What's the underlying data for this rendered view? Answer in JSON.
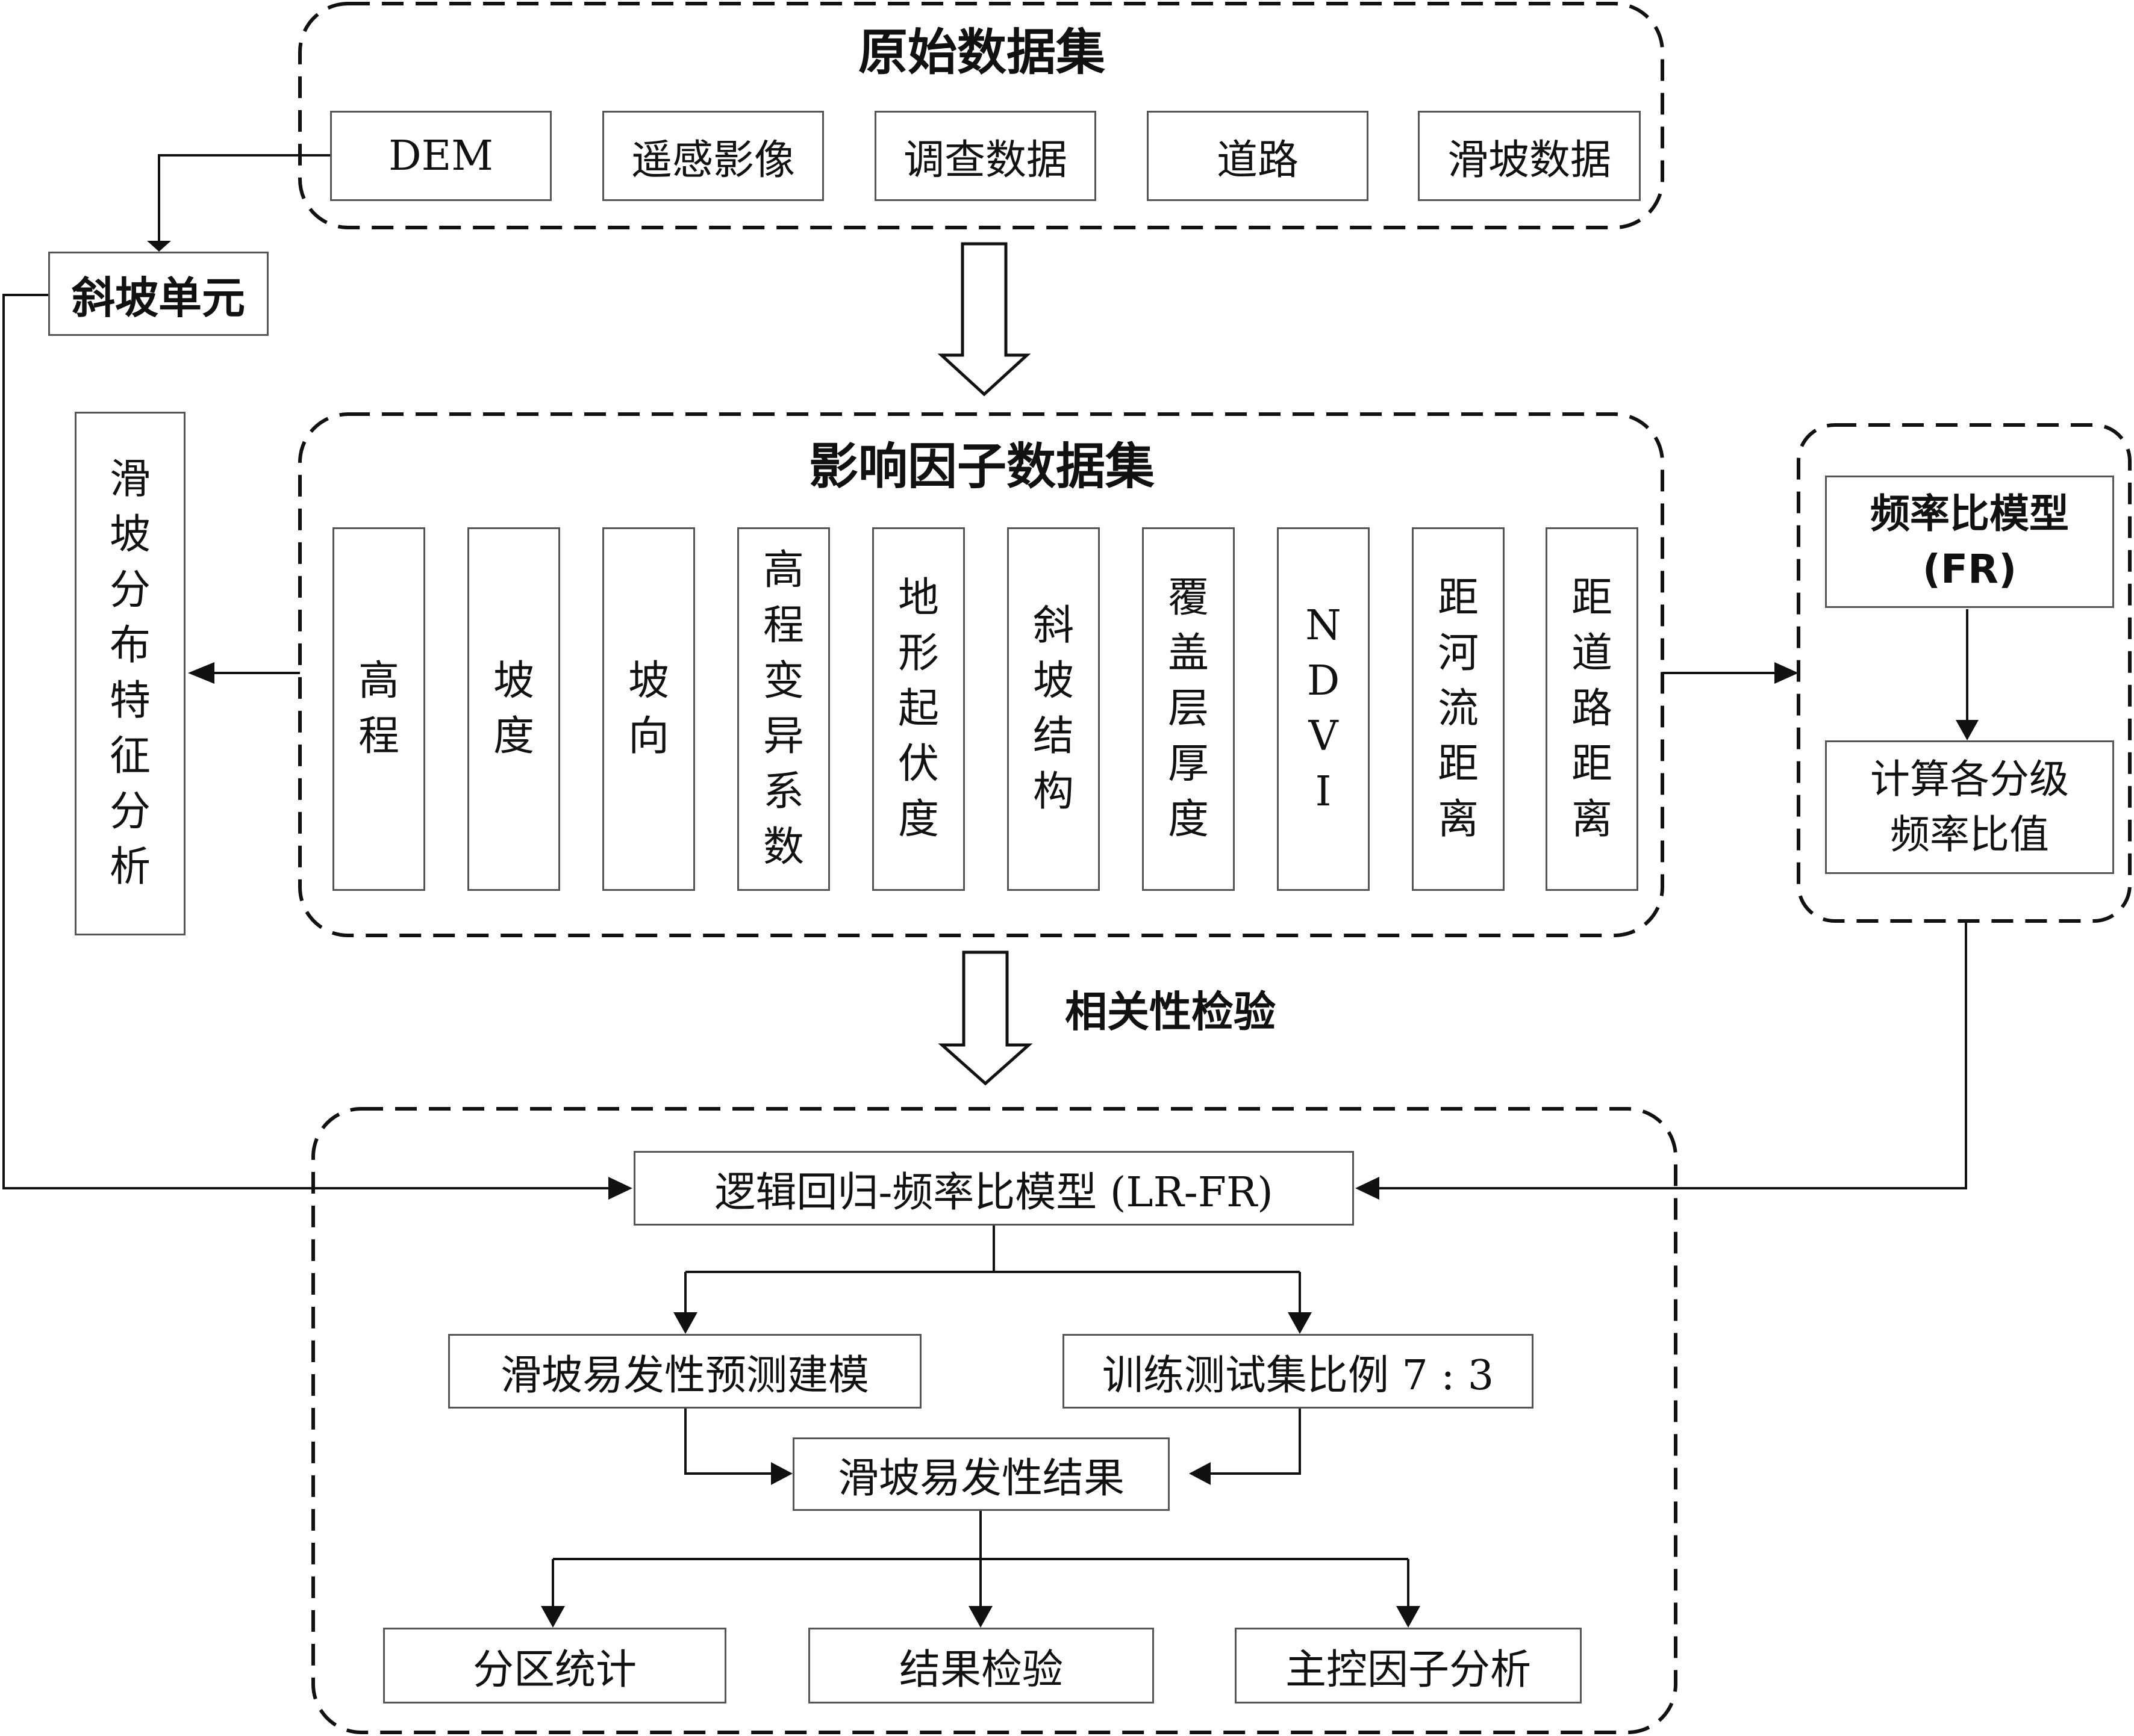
{
  "raw_dataset": {
    "title": "原始数据集",
    "items": [
      "DEM",
      "遥感影像",
      "调查数据",
      "道路",
      "滑坡数据"
    ]
  },
  "slope_unit": "斜坡单元",
  "distribution_analysis": "滑坡分布特征分析",
  "factor_dataset": {
    "title": "影响因子数据集",
    "factors": [
      "高程",
      "坡度",
      "坡向",
      "高程变异系数",
      "地形起伏度",
      "斜坡结构",
      "覆盖层厚度",
      "NDVI",
      "距河流距离",
      "距道路距离"
    ]
  },
  "fr_model": {
    "title_line1": "频率比模型",
    "title_line2": "(FR)",
    "calc_line1": "计算各分级",
    "calc_line2": "频率比值"
  },
  "correlation_test": "相关性检验",
  "lrfr_model": "逻辑回归-频率比模型 (LR-FR)",
  "prediction_model": "滑坡易发性预测建模",
  "train_test_ratio": "训练测试集比例 7 : 3",
  "susceptibility_result": "滑坡易发性结果",
  "outputs": [
    "分区统计",
    "结果检验",
    "主控因子分析"
  ]
}
